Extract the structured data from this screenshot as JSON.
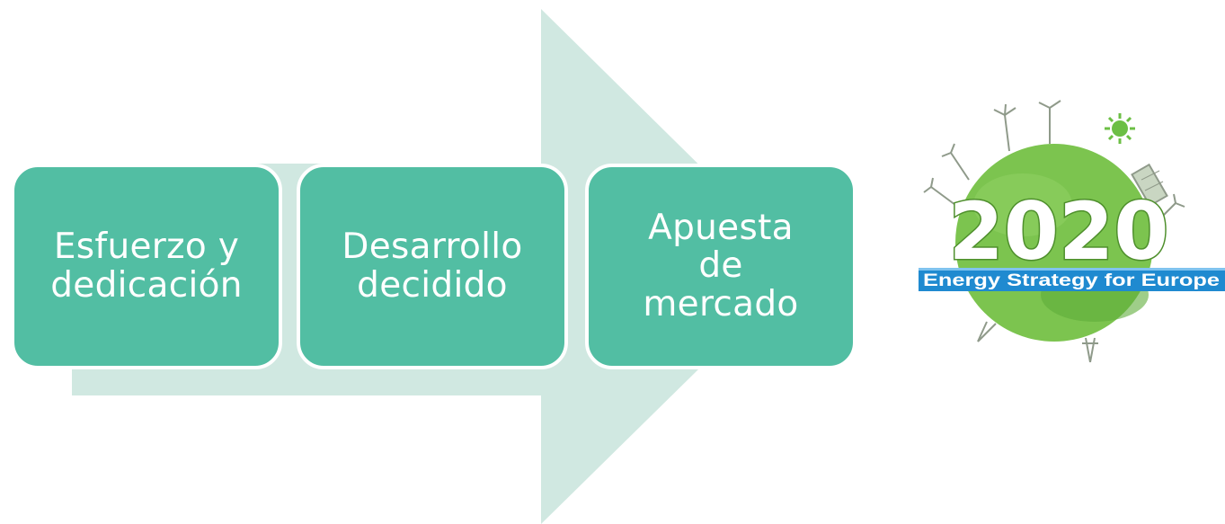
{
  "colors": {
    "arrow": "#d0e8e1",
    "step_fill": "#52bea3",
    "step_border": "#ffffff",
    "logo_green": "#6cbf45",
    "logo_banner": "#1f8ad0"
  },
  "steps": [
    {
      "label": "Esfuerzo y\ndedicación"
    },
    {
      "label": "Desarrollo\ndecidido"
    },
    {
      "label": "Apuesta\nde\nmercado"
    }
  ],
  "logo": {
    "year": "2020",
    "banner_text": "Energy Strategy for Europe"
  }
}
